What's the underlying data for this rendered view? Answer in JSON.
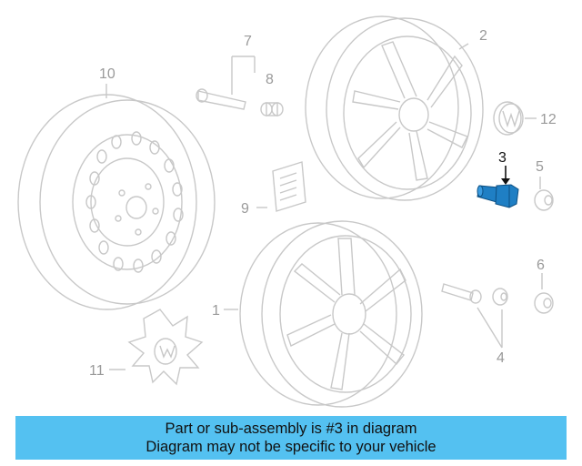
{
  "callouts": {
    "c1": "1",
    "c2": "2",
    "c3": "3",
    "c4": "4",
    "c5": "5",
    "c6": "6",
    "c7": "7",
    "c8": "8",
    "c9": "9",
    "c10": "10",
    "c11": "11",
    "c12": "12"
  },
  "highlight_part": "3",
  "colors": {
    "line": "#c8c8c8",
    "label": "#9a9a9a",
    "highlight": "#1f7fc4",
    "banner": "#54c1f1"
  },
  "banner": {
    "line1": "Part or sub-assembly is #3 in diagram",
    "line2": "Diagram may not be specific to your vehicle"
  }
}
